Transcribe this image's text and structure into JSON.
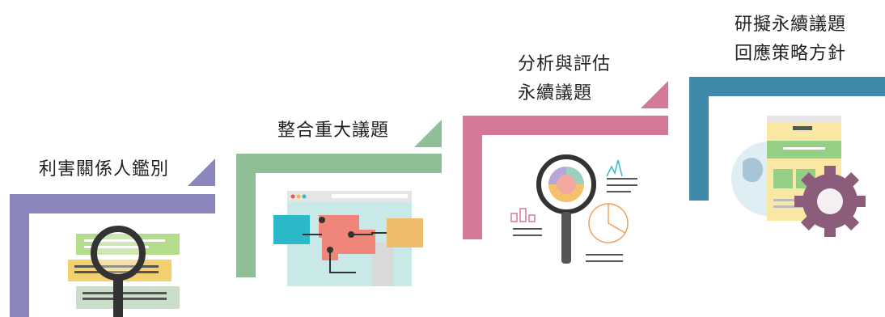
{
  "steps": [
    {
      "lines": [
        "利害關係人鑑別"
      ],
      "color": "#8a86bb"
    },
    {
      "lines": [
        "整合重大議題"
      ],
      "color": "#8fbf96"
    },
    {
      "lines": [
        "分析與評估",
        "永續議題"
      ],
      "color": "#d4789a"
    },
    {
      "lines": [
        "研擬永續議題",
        "回應策略方針"
      ],
      "color": "#3f8aa8"
    }
  ],
  "icons": [
    "magnifier-documents-icon",
    "workflow-browser-icon",
    "analysis-magnifier-icon",
    "strategy-globe-gear-icon"
  ]
}
